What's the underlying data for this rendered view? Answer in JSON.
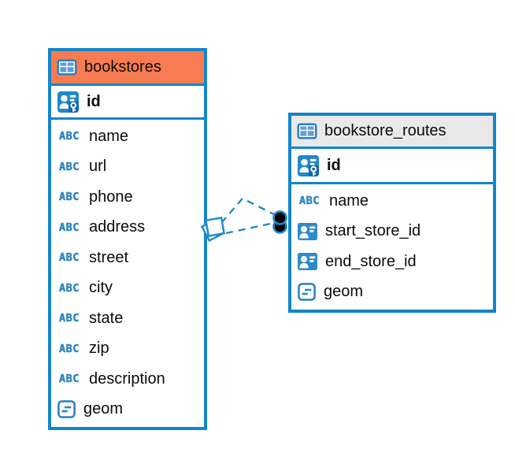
{
  "colors": {
    "accent_blue": "#1385CA",
    "icon_blue": "#1E88CE",
    "bookstores_header": "#F87C51",
    "routes_header": "#E9E9E9",
    "relationship_line": "#1E88CE",
    "dot_marker_fill": "#000000"
  },
  "icons": {
    "abc_text": "ABC"
  },
  "tables": [
    {
      "name": "bookstores",
      "primary_key": "id",
      "columns": [
        {
          "name": "name",
          "type": "text"
        },
        {
          "name": "url",
          "type": "text"
        },
        {
          "name": "phone",
          "type": "text"
        },
        {
          "name": "address",
          "type": "text"
        },
        {
          "name": "street",
          "type": "text"
        },
        {
          "name": "city",
          "type": "text"
        },
        {
          "name": "state",
          "type": "text"
        },
        {
          "name": "zip",
          "type": "text"
        },
        {
          "name": "description",
          "type": "text"
        },
        {
          "name": "geom",
          "type": "geometry"
        }
      ]
    },
    {
      "name": "bookstore_routes",
      "primary_key": "id",
      "columns": [
        {
          "name": "name",
          "type": "text"
        },
        {
          "name": "start_store_id",
          "type": "foreign-key"
        },
        {
          "name": "end_store_id",
          "type": "foreign-key"
        },
        {
          "name": "geom",
          "type": "geometry"
        }
      ]
    }
  ],
  "connections": [
    {
      "from_table": "bookstores",
      "to_table": "bookstore_routes",
      "line_style": "dashed",
      "from_marker": "diamond",
      "to_marker": "dot"
    },
    {
      "from_table": "bookstores",
      "to_table": "bookstore_routes",
      "line_style": "dashed",
      "from_marker": "diamond",
      "to_marker": "dot"
    }
  ]
}
